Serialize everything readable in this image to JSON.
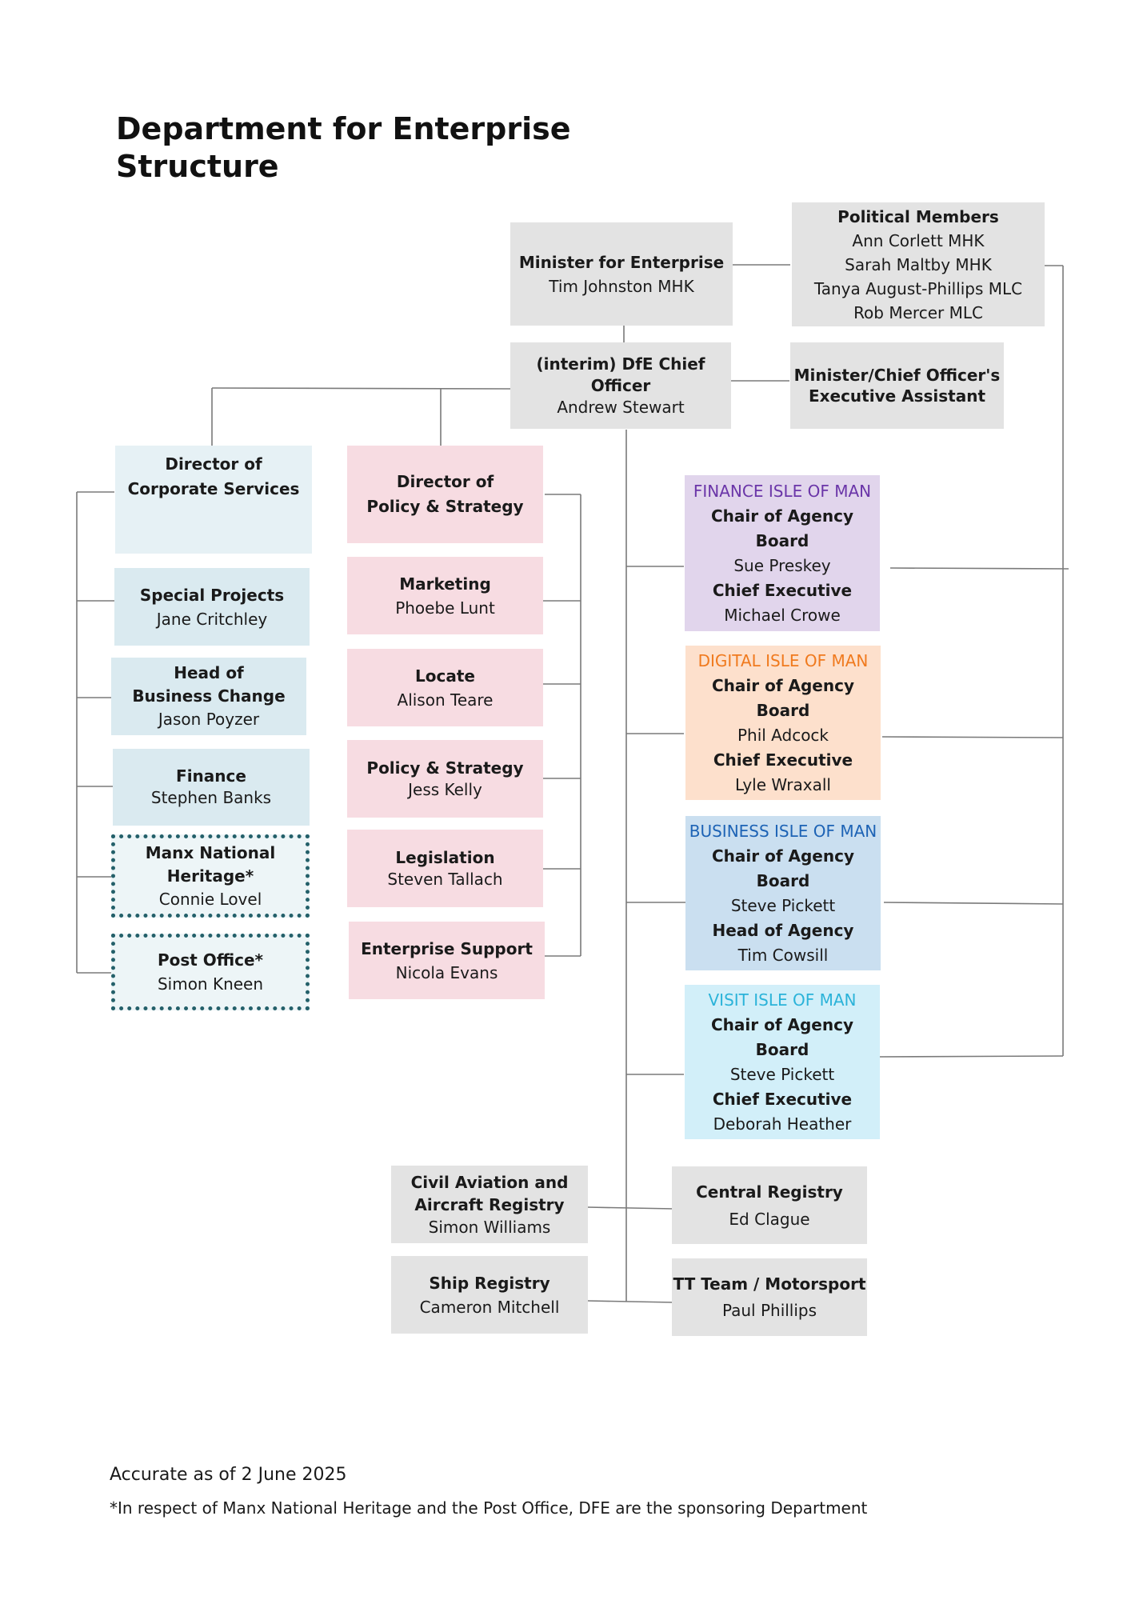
{
  "title": "Department for Enterprise\nStructure",
  "colors": {
    "finance": "#6a35a8",
    "digital": "#f07a1e",
    "business": "#1d63b5",
    "visit": "#2bb3d9",
    "dotted_border": "#24606a"
  },
  "minister": {
    "role": "Minister for Enterprise",
    "name": "Tim Johnston MHK"
  },
  "political": {
    "role": "Political Members",
    "members": [
      "Ann Corlett MHK",
      "Sarah Maltby MHK",
      "Tanya August-Phillips MLC",
      "Rob Mercer MLC"
    ]
  },
  "chief": {
    "role": "(interim) DfE Chief Officer",
    "name": "Andrew Stewart"
  },
  "assistant": {
    "role_line1": "Minister/Chief Officer's",
    "role_line2": "Executive Assistant"
  },
  "corporate": {
    "director": {
      "line1": "Director of",
      "line2": "Corporate Services"
    },
    "special": {
      "role": "Special Projects",
      "name": "Jane Critchley"
    },
    "business_change": {
      "line1": "Head of",
      "line2": "Business Change",
      "name": "Jason Poyzer"
    },
    "finance": {
      "role": "Finance",
      "name": "Stephen Banks"
    },
    "heritage": {
      "line1": "Manx National",
      "line2": "Heritage*",
      "name": "Connie Lovel"
    },
    "post": {
      "role": "Post Office*",
      "name": "Simon Kneen"
    }
  },
  "policy": {
    "director": {
      "line1": "Director of",
      "line2": "Policy & Strategy"
    },
    "marketing": {
      "role": "Marketing",
      "name": "Phoebe Lunt"
    },
    "locate": {
      "role": "Locate",
      "name": "Alison Teare"
    },
    "policy_strategy": {
      "role": "Policy & Strategy",
      "name": "Jess Kelly"
    },
    "legislation": {
      "role": "Legislation",
      "name": "Steven Tallach"
    },
    "enterprise": {
      "role": "Enterprise Support",
      "name": "Nicola Evans"
    }
  },
  "agencies": {
    "finance": {
      "name": "FINANCE ISLE OF MAN",
      "role1": "Chair of Agency Board",
      "name1": "Sue Preskey",
      "role2": "Chief Executive",
      "name2": "Michael Crowe"
    },
    "digital": {
      "name": "DIGITAL ISLE OF MAN",
      "role1": "Chair of Agency Board",
      "name1": "Phil Adcock",
      "role2": "Chief Executive",
      "name2": "Lyle Wraxall"
    },
    "business": {
      "name": "BUSINESS ISLE OF MAN",
      "role1": "Chair of Agency Board",
      "name1": "Steve Pickett",
      "role2": "Head of Agency",
      "name2": "Tim Cowsill"
    },
    "visit": {
      "name": "VISIT ISLE OF MAN",
      "role1": "Chair of Agency Board",
      "name1": "Steve Pickett",
      "role2": "Chief Executive",
      "name2": "Deborah Heather"
    }
  },
  "registries": {
    "civil": {
      "line1": "Civil Aviation and",
      "line2": "Aircraft Registry",
      "name": "Simon Williams"
    },
    "ship": {
      "role": "Ship Registry",
      "name": "Cameron Mitchell"
    },
    "central": {
      "role": "Central Registry",
      "name": "Ed Clague"
    },
    "tt": {
      "role": "TT Team / Motorsport",
      "name": "Paul Phillips"
    }
  },
  "footer": {
    "accurate": "Accurate as of 2 June 2025",
    "note": "*In respect of Manx National Heritage and the Post Office, DFE are the sponsoring Department"
  }
}
